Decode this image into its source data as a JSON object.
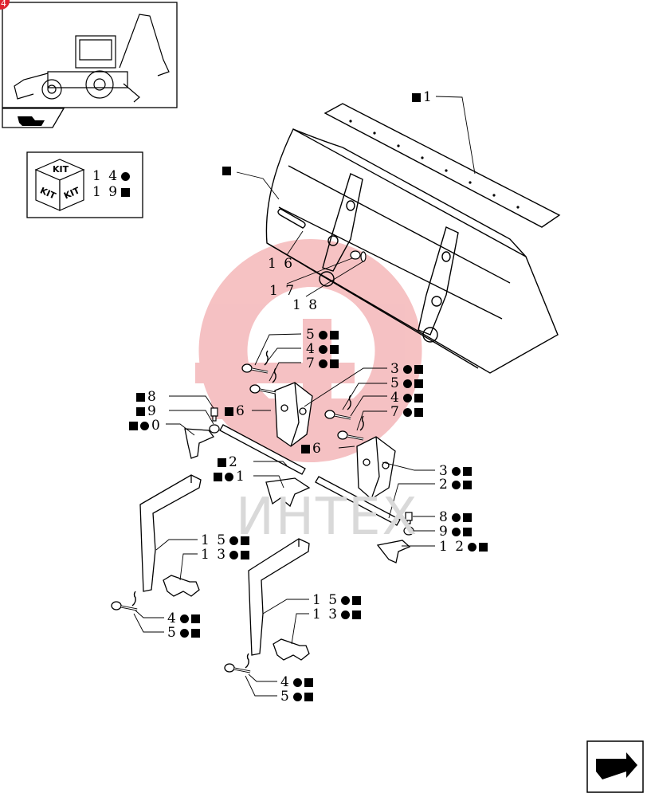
{
  "corner_badge": "4",
  "watermark": {
    "text": "ИНТЕХ"
  },
  "kit_box": {
    "cube_labels": [
      "KIT",
      "KIT",
      "KIT"
    ],
    "lines": [
      "1 4",
      "1 9"
    ]
  },
  "callouts": {
    "c1": "1",
    "c16": "1 6",
    "c17": "1 7",
    "c18": "1 8",
    "c5a": "5",
    "c4a": "4",
    "c7a": "7",
    "c3a": "3",
    "c5b": "5",
    "c4b": "4",
    "c7b": "7",
    "c8a": "8",
    "c9a": "9",
    "c10": "0",
    "c6a": "6",
    "c6b": "6",
    "c2a": "2",
    "c11": "1",
    "c3b": "3",
    "c2b": "2",
    "c8b": "8",
    "c9b": "9",
    "c12": "1 2",
    "c15a": "1 5",
    "c13a": "1 3",
    "c4c": "4",
    "c5c": "5",
    "c15b": "1 5",
    "c13b": "1 3",
    "c4d": "4",
    "c5d": "5"
  },
  "colors": {
    "line": "#000000",
    "watermark": "#f4b7b9",
    "watermark_text": "#d9d9d9",
    "badge": "#e0232f"
  },
  "icons": [
    "backhoe-loader-thumbnail",
    "page-back-arrow-icon",
    "next-page-arrow-icon",
    "kit-cube-icon"
  ]
}
